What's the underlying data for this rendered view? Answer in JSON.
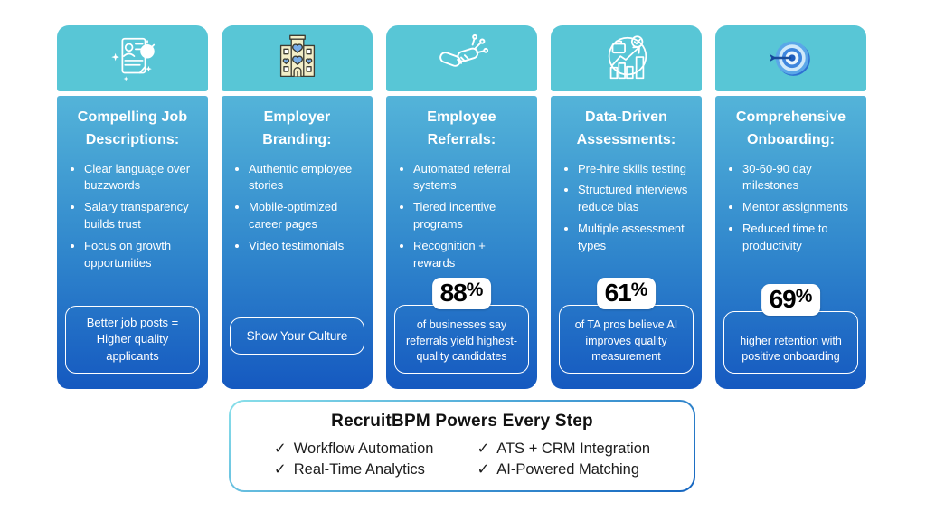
{
  "colors": {
    "header_teal": "#58C6D6",
    "body_gradient_top": "#54B4D9",
    "body_gradient_bottom": "#1559C0",
    "stat_text": "#000000",
    "footer_border_top": "#8AE0EA",
    "footer_border_bottom": "#1565C0"
  },
  "cards": [
    {
      "icon": "job-description-icon",
      "title": "Compelling Job Descriptions:",
      "bullets": [
        "Clear language over buzzwords",
        "Salary transparency builds trust",
        "Focus on growth opportunities"
      ],
      "callout": "Better job posts = Higher quality applicants"
    },
    {
      "icon": "employer-branding-icon",
      "title": "Employer Branding:",
      "bullets": [
        "Authentic employee stories",
        "Mobile-optimized career pages",
        "Video testimonials"
      ],
      "callout": "Show Your Culture"
    },
    {
      "icon": "referral-handshake-icon",
      "title": "Employee Referrals:",
      "bullets": [
        "Automated referral systems",
        "Tiered incentive programs",
        "Recognition + rewards"
      ],
      "stat_value": "88",
      "stat_unit": "%",
      "callout": "of businesses say referrals yield highest-quality candidates"
    },
    {
      "icon": "assessments-chart-icon",
      "title": "Data-Driven Assessments:",
      "bullets": [
        "Pre-hire skills testing",
        "Structured interviews reduce bias",
        "Multiple assessment types"
      ],
      "stat_value": "61",
      "stat_unit": "%",
      "callout": "of TA pros believe AI improves quality measurement"
    },
    {
      "icon": "onboarding-target-icon",
      "title": "Comprehensive Onboarding:",
      "bullets": [
        "30-60-90 day milestones",
        "Mentor assignments",
        "Reduced time to productivity"
      ],
      "stat_value": "69",
      "stat_unit": "%",
      "callout": "higher retention with positive onboarding"
    }
  ],
  "footer": {
    "title": "RecruitBPM Powers Every Step",
    "check": "✓",
    "items": [
      "Workflow Automation",
      "Real-Time Analytics",
      "ATS + CRM Integration",
      "AI-Powered Matching"
    ]
  },
  "chart_data": {
    "type": "table",
    "title": "RecruitBPM Powers Every Step",
    "categories": [
      "Compelling Job Descriptions",
      "Employer Branding",
      "Employee Referrals",
      "Data-Driven Assessments",
      "Comprehensive Onboarding"
    ],
    "values": [
      null,
      null,
      88,
      61,
      69
    ],
    "annotations": [
      "Better job posts = Higher quality applicants",
      "Show Your Culture",
      "88% of businesses say referrals yield highest-quality candidates",
      "61% of TA pros believe AI improves quality measurement",
      "69% higher retention with positive onboarding"
    ]
  }
}
